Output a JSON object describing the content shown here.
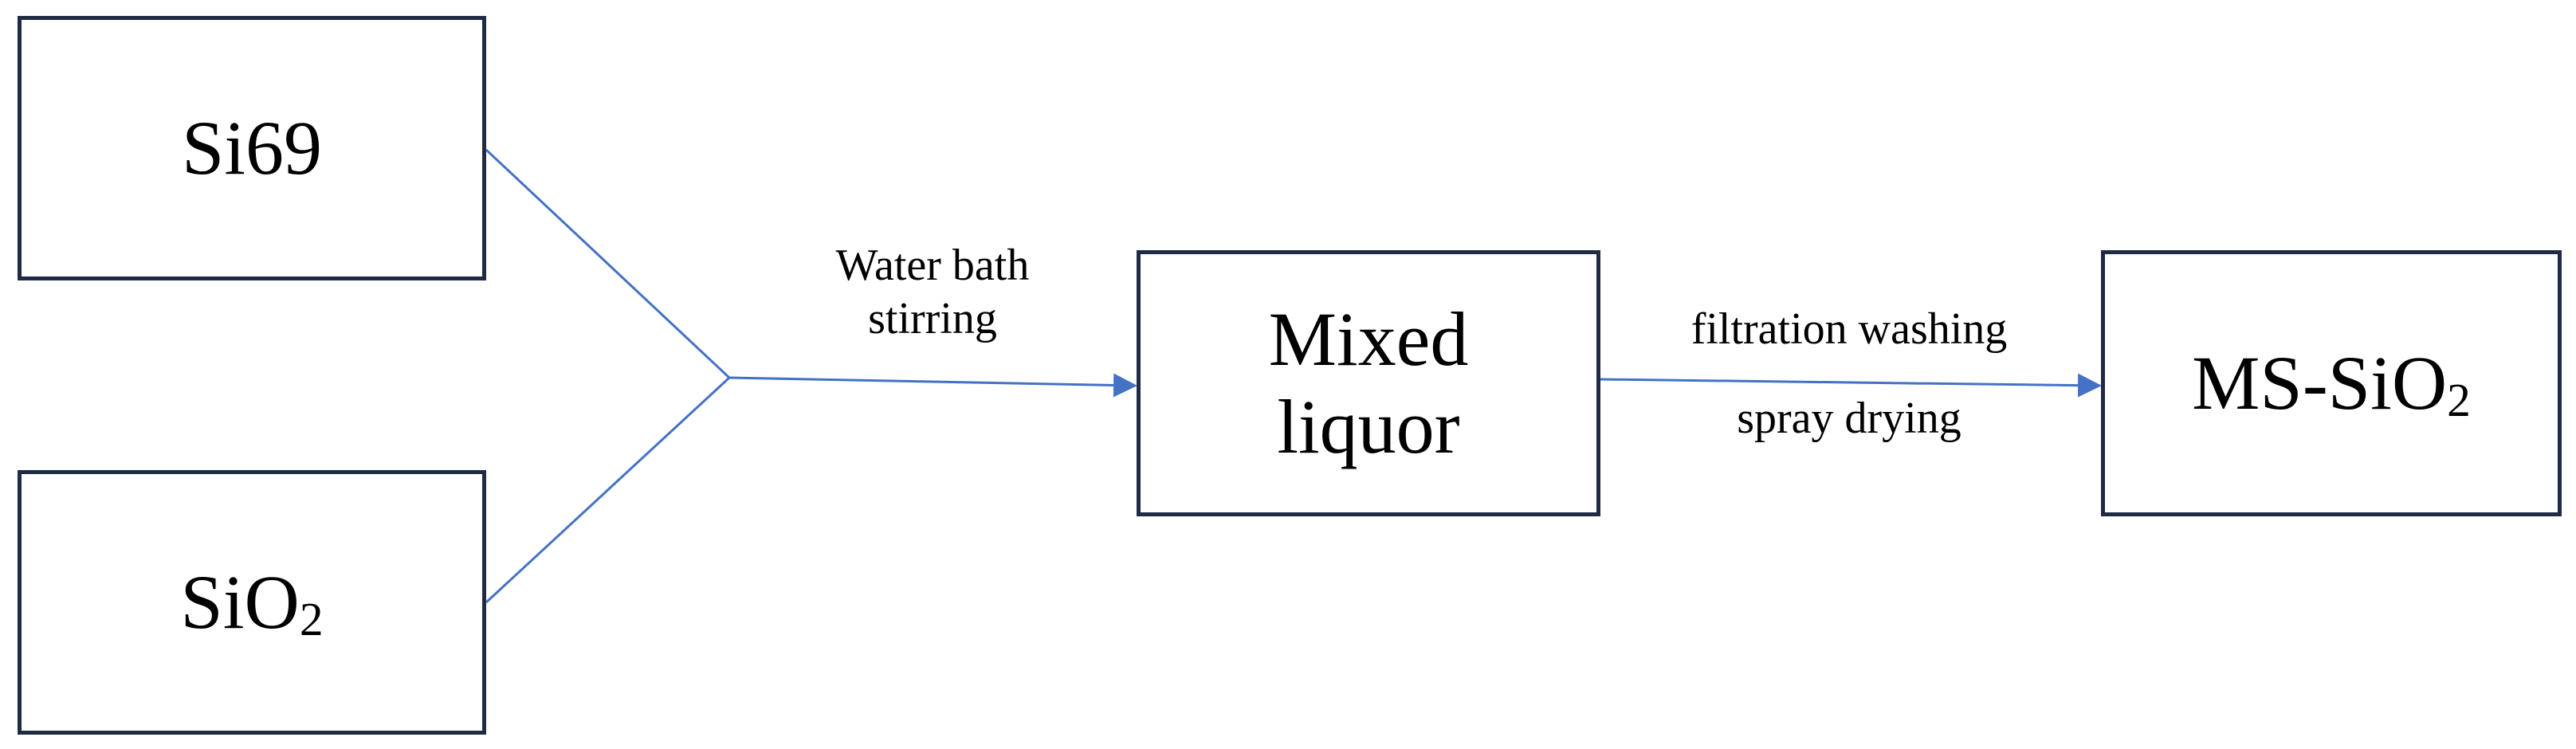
{
  "diagram": {
    "nodes": {
      "si69": {
        "label": "Si69"
      },
      "sio2": {
        "label_main": "SiO",
        "label_sub": "2"
      },
      "mixed": {
        "line1": "Mixed",
        "line2": "liquor"
      },
      "ms_sio2": {
        "label_main": "MS-SiO",
        "label_sub": "2"
      }
    },
    "edges": {
      "merge_label_line1": "Water bath",
      "merge_label_line2": "stirring",
      "process_label_top": "filtration washing",
      "process_label_bottom": "spray drying"
    },
    "colors": {
      "box_border": "#1f2a44",
      "connector": "#4472c4",
      "text": "#000000"
    }
  }
}
